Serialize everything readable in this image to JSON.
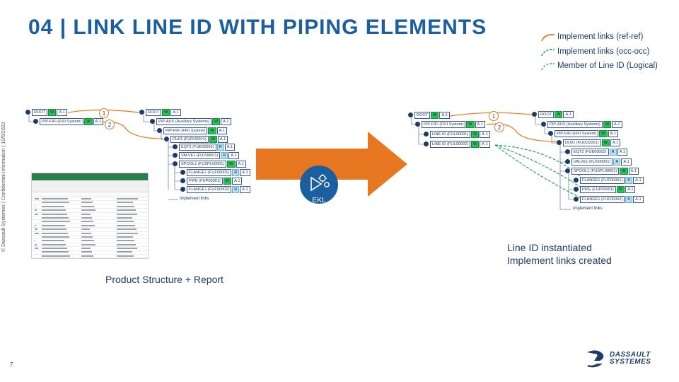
{
  "slide": {
    "title": "04 | LINK LINE ID WITH PIPING ELEMENTS",
    "sidebar_text": "© Dassault Systemes | Confidential Information | 10/5/2023",
    "page_number": "7",
    "brand_line1": "DASSAULT",
    "brand_line2": "SYSTEMES"
  },
  "legend": [
    {
      "label": "Implement links (ref-ref)",
      "color": "#e87722",
      "style": "solid"
    },
    {
      "label": "Implement links (occ-occ)",
      "color": "#25a35a",
      "style": "dashed"
    },
    {
      "label": "Member of Line ID (Logical)",
      "color": "#4fb3c8",
      "style": "dashed"
    }
  ],
  "left_tree": {
    "nodes": [
      {
        "label": "ROOT",
        "badge": "W",
        "ver": "A.1"
      },
      {
        "label": "PIP-FIFI (FIFI System)",
        "badge": "W",
        "ver": "A.1"
      },
      {
        "label": "ROOT",
        "badge": "W",
        "ver": "A.1"
      },
      {
        "label": "PIP-AUX (Auxiliary Systems)",
        "badge": "W",
        "ver": "A.1"
      },
      {
        "label": "PIP-FIFI (FIFI System)",
        "badge": "W",
        "ver": "A.1"
      },
      {
        "label": "DU01 (FUDU0001)",
        "badge": "W",
        "ver": "A.1"
      },
      {
        "label": "EQT2 (FUE00002)",
        "badge": "R",
        "ver": "A.1"
      },
      {
        "label": "VALVE1 (FUV00001)",
        "badge": "R",
        "ver": "A.1"
      },
      {
        "label": "SPOOL1 (FUSPL00001)",
        "badge": "W",
        "ver": "A.1"
      },
      {
        "label": "FLANGE1 (FUF00001)",
        "badge": "R",
        "ver": "A.1"
      },
      {
        "label": "PIPE (FUP00001)",
        "badge": "W",
        "ver": "A.1"
      },
      {
        "label": "FLANGE1 (FUF00002)",
        "badge": "R",
        "ver": "A.1"
      }
    ],
    "markers": [
      "1",
      "2"
    ],
    "implement_label": "Implement links"
  },
  "right_tree": {
    "nodes": [
      {
        "label": "ROOT",
        "badge": "W",
        "ver": "A.1"
      },
      {
        "label": "PIP-FIFI (FIFI System)",
        "badge": "W",
        "ver": "A.1"
      },
      {
        "label": "LINE ID (FUL00001)",
        "badge": "W",
        "ver": "A.1"
      },
      {
        "label": "LINE ID (FUL00002)",
        "badge": "W",
        "ver": "A.1"
      },
      {
        "label": "ROOT",
        "badge": "W",
        "ver": "A.1"
      },
      {
        "label": "PIP-AUX (Auxiliary Systems)",
        "badge": "W",
        "ver": "A.1"
      },
      {
        "label": "PIP-FIFI (FIFI System)",
        "badge": "W",
        "ver": "A.1"
      },
      {
        "label": "DU01 (FUDU0001)",
        "badge": "W",
        "ver": "A.1"
      },
      {
        "label": "EQT2 (FUE00002)",
        "badge": "R",
        "ver": "A.1"
      },
      {
        "label": "VALVE1 (FUV00001)",
        "badge": "R",
        "ver": "A.1"
      },
      {
        "label": "SPOOL1 (FUSPL00001)",
        "badge": "W",
        "ver": "A.1"
      },
      {
        "label": "FLANGE1 (FUF00001)",
        "badge": "R",
        "ver": "A.1"
      },
      {
        "label": "PIPE (FUP00001)",
        "badge": "W",
        "ver": "A.1"
      },
      {
        "label": "FLANGE1 (FUF00002)",
        "badge": "R",
        "ver": "A.1"
      }
    ],
    "markers": [
      "1",
      "2"
    ],
    "implement_label": "Implement links"
  },
  "process": {
    "label": "EKL",
    "arrow_color": "#e87722",
    "circle_color": "#1b5fa0"
  },
  "captions": {
    "left": "Product Structure + Report",
    "right_line1": "Line ID instantiated",
    "right_line2": "Implement links created"
  }
}
